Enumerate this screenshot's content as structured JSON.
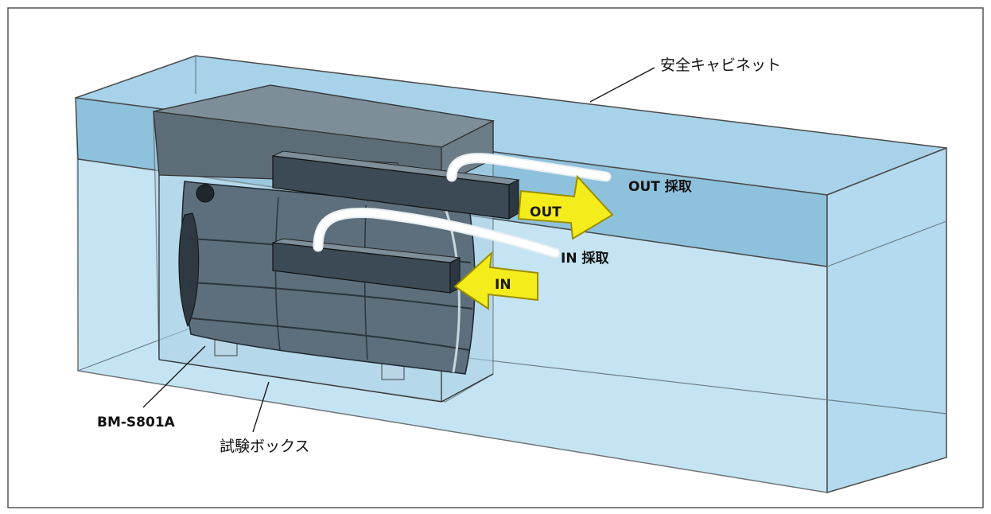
{
  "labels": {
    "cabinet": "安全キャビネット",
    "out_sample": "OUT 採取",
    "in_sample": "IN 採取",
    "device": "BM-S801A",
    "test_box": "試験ボックス"
  },
  "arrows": {
    "out": "OUT",
    "in": "IN"
  },
  "colors": {
    "glass": "#a9d4ec",
    "glass_dark": "#7fb4d1",
    "edge": "#4a4a4a",
    "device_body": "#5d6f7c",
    "device_dark": "#2e3942",
    "duct": "#3b4a55",
    "tube": "#ffffff",
    "arrow_fill": "#f5ec1c",
    "arrow_stroke": "#9a8f00"
  },
  "icons": [
    "out-arrow-icon",
    "in-arrow-icon"
  ]
}
